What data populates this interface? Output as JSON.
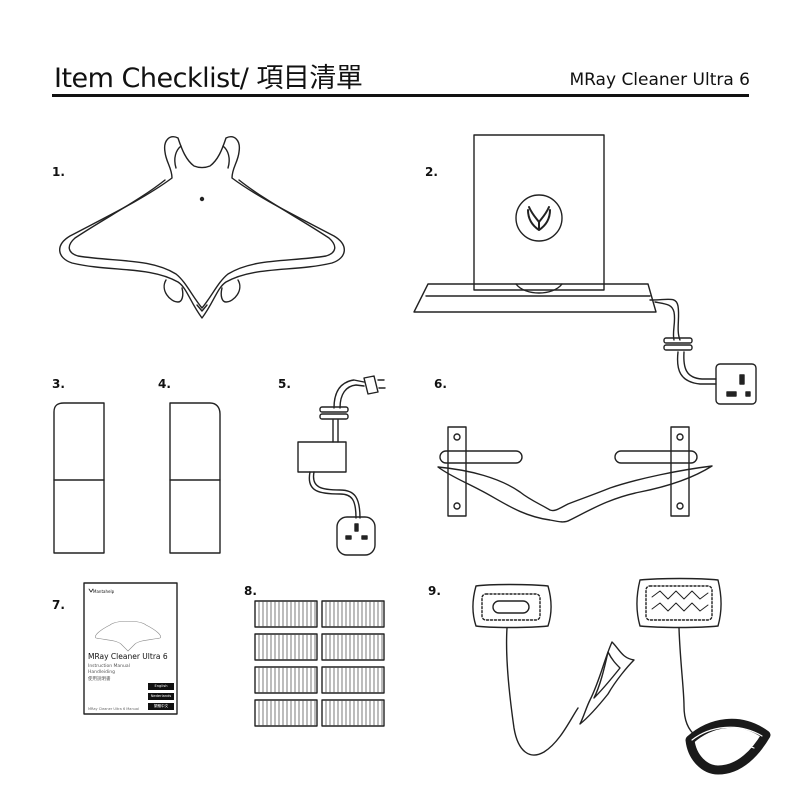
{
  "header": {
    "title": "Item Checklist/ 項目清單",
    "product": "MRay Cleaner Ultra 6"
  },
  "items": [
    {
      "number": "1.",
      "icon": "cleaner-robot-icon"
    },
    {
      "number": "2.",
      "icon": "charging-dock-icon"
    },
    {
      "number": "3.",
      "icon": "float-block-icon"
    },
    {
      "number": "4.",
      "icon": "float-block-icon"
    },
    {
      "number": "5.",
      "icon": "power-adapter-icon"
    },
    {
      "number": "6.",
      "icon": "wall-bracket-icon"
    },
    {
      "number": "7.",
      "icon": "instruction-manual-icon"
    },
    {
      "number": "8.",
      "icon": "filter-pads-icon"
    },
    {
      "number": "9.",
      "icon": "cleaning-tools-icon"
    }
  ],
  "manual": {
    "brand": "Mantahelp",
    "title": "MRay Cleaner Ultra 6",
    "lines": [
      "Instruction Manual",
      "Handleiding",
      "使用說明書"
    ],
    "tags": [
      "English",
      "Nederlands",
      "繁體中文"
    ],
    "footer": "MRay Cleaner Ultra 6 Manual"
  }
}
